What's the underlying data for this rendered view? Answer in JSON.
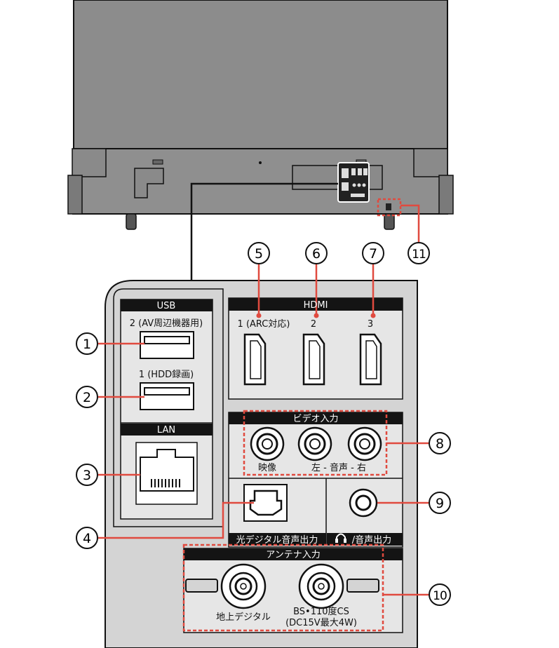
{
  "sections": {
    "usb_header": "USB",
    "hdmi_header": "HDMI",
    "lan_header": "LAN",
    "video_header": "ビデオ入力",
    "antenna_header": "アンテナ入力"
  },
  "ports": {
    "usb2": "2 (AV周辺機器用)",
    "usb1": "1 (HDD録画)",
    "hdmi1": "1 (ARC対応)",
    "hdmi2": "2",
    "hdmi3": "3",
    "video": "映像",
    "audio_lr": "左 - 音声 - 右",
    "optical": "光デジタル音声出力",
    "headphone": "/音声出力",
    "terrestrial": "地上デジタル",
    "bs_cs": "BS•110度CS",
    "bs_cs_power": "(DC15V最大4W)"
  },
  "callouts": [
    "1",
    "2",
    "3",
    "4",
    "5",
    "6",
    "7",
    "8",
    "9",
    "10",
    "11"
  ],
  "colors": {
    "panel": "#d4d4d4",
    "tv_back": "#8c8c8c",
    "header": "#141414",
    "callout_line": "#e04a3f",
    "dashed_box": "#e04a3f"
  }
}
